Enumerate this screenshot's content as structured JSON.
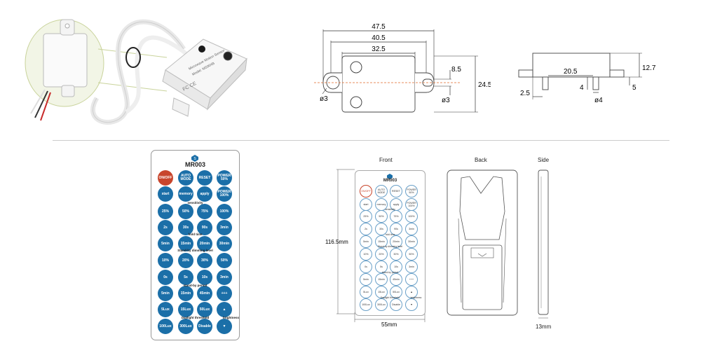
{
  "sensor_labels": {
    "model_line1": "Microwave Motion Sensor",
    "model_line2": "Model: MS004B"
  },
  "dimensions": {
    "overall_width": "47.5",
    "hole_pitch": "40.5",
    "body_width": "32.5",
    "slot_height": "8.5",
    "body_height": "24.5",
    "hole_dia_left": "ø3",
    "hole_dia_right": "ø3",
    "side_width": "20.5",
    "side_height": "12.7",
    "pin_offset": "2.5",
    "pin_height": "4",
    "base_height": "5",
    "pin_dia": "ø4"
  },
  "remote": {
    "model": "MR003",
    "sections": [
      "sensitivity",
      "hold time",
      "Stand-by dimming level",
      "stand-by period",
      "Daylight threshold"
    ],
    "buttons": [
      [
        "ON/OFF",
        "AUTO MODE",
        "RESET",
        "POWER 50%"
      ],
      [
        "start",
        "memory",
        "apply",
        "POWER 100%"
      ],
      [
        "25%",
        "50%",
        "75%",
        "100%"
      ],
      [
        "2s",
        "30s",
        "90s",
        "3min"
      ],
      [
        "5min",
        "15min",
        "20min",
        "30min"
      ],
      [
        "10%",
        "20%",
        "30%",
        "50%"
      ],
      [
        "0s",
        "5s",
        "10s",
        "3min"
      ],
      [
        "5min",
        "15min",
        "45min",
        "+++"
      ],
      [
        "5Lux",
        "15Lux",
        "50Lux",
        "▲"
      ],
      [
        "100Lux",
        "300Lux",
        "Disable",
        "▼"
      ]
    ],
    "brightness_label": "brightness"
  },
  "views": {
    "front": "Front",
    "back": "Back",
    "side": "Side",
    "height": "116.5mm",
    "width": "55mm",
    "depth": "13mm"
  },
  "colors": {
    "button_blue": "#1b6fa8",
    "button_red": "#c8452c",
    "centerline": "#e06a2a"
  }
}
